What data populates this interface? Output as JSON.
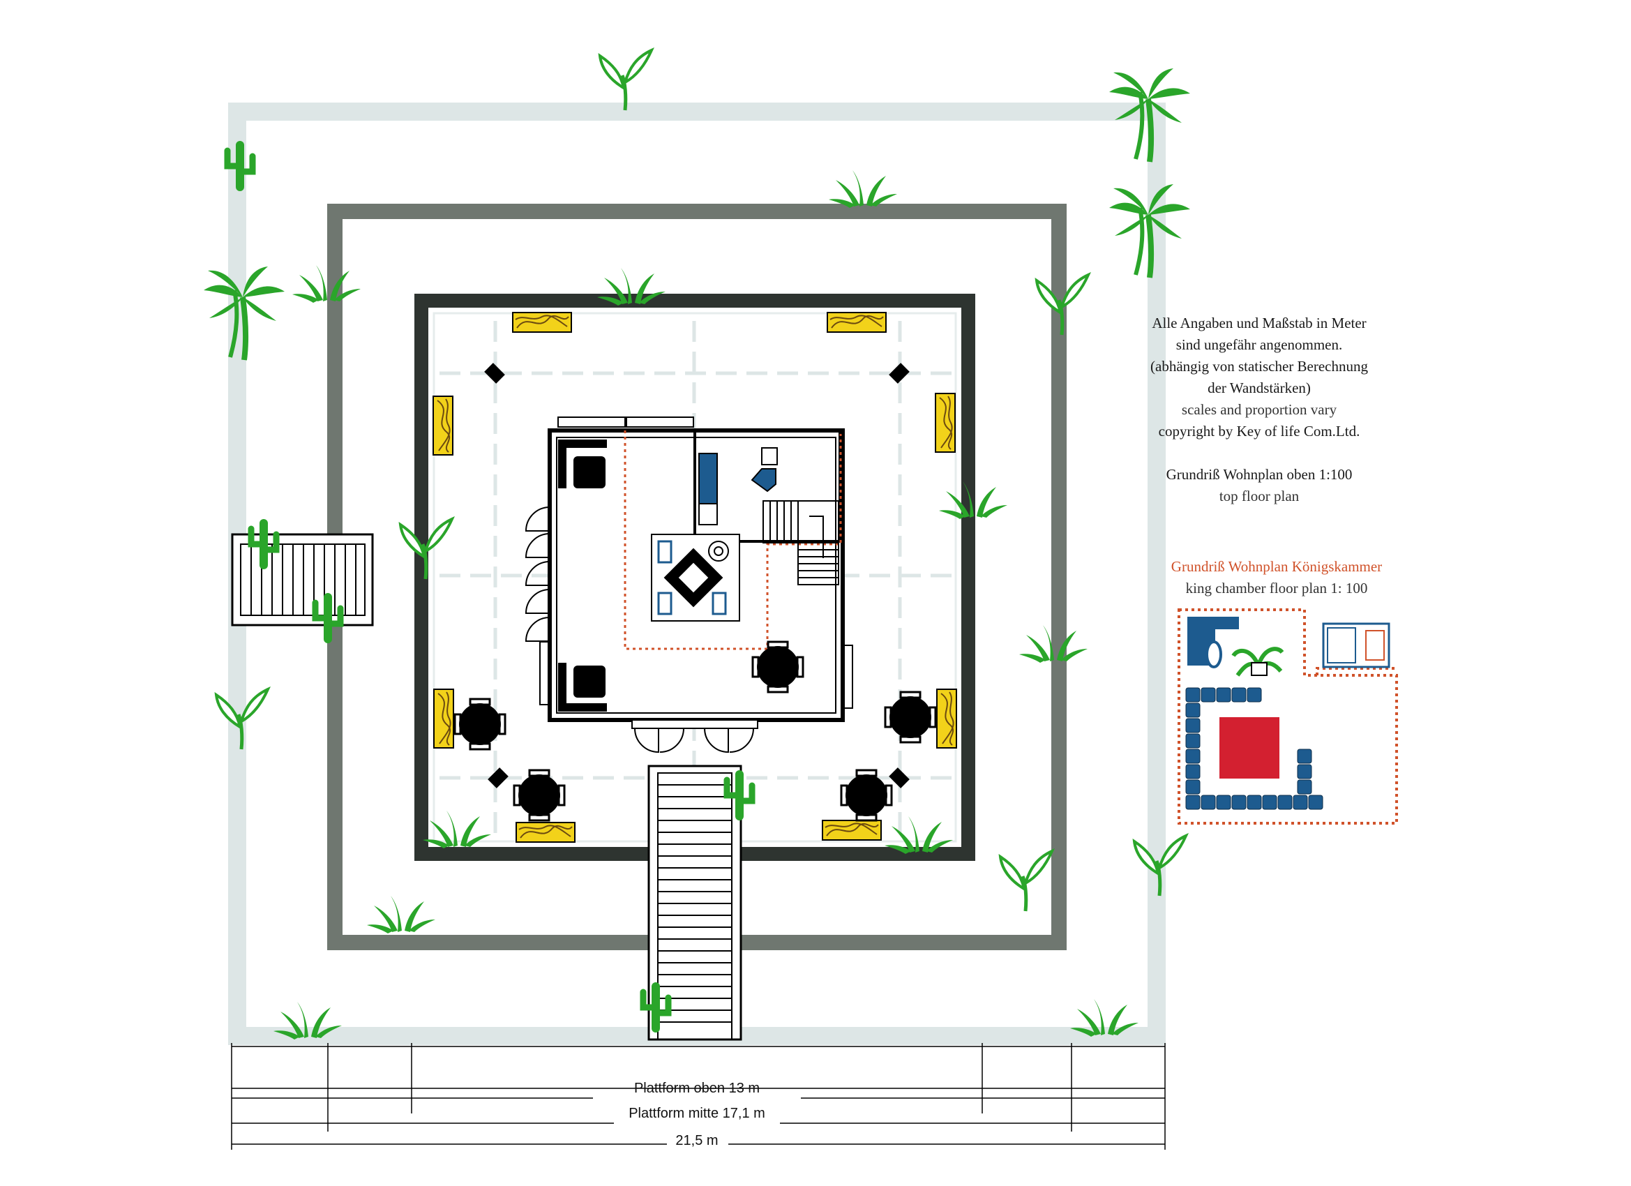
{
  "notes": {
    "line1": "Alle Angaben und Maßstab in Meter",
    "line2": "sind ungefähr angenommen.",
    "line3": "(abhängig von statischer Berechnung",
    "line4": "der Wandstärken)",
    "line5": "scales and proportion vary",
    "line6": "copyright by Key of life Com.Ltd.",
    "top_plan_de": "Grundriß Wohnplan oben 1:100",
    "top_plan_en": "top floor plan",
    "king_de": "Grundriß Wohnplan Königskammer",
    "king_en": "king chamber floor plan 1: 100"
  },
  "dimensions": {
    "top": "Plattform oben  13 m",
    "mid": "Plattform mitte 17,1 m",
    "total": "21,5 m"
  },
  "colors": {
    "outer_wall": "#dde6e6",
    "mid_wall": "#6f7770",
    "inner_wall": "#2e3430",
    "plant": "#2aa52a",
    "furniture_blue": "#1d5b8f",
    "king_red": "#d32030",
    "accent_orange": "#d0522a",
    "window_yellow": "#f2d21a"
  },
  "icons": [
    "palm-tree-icon",
    "grass-tuft-icon",
    "cactus-icon",
    "sprout-icon"
  ]
}
